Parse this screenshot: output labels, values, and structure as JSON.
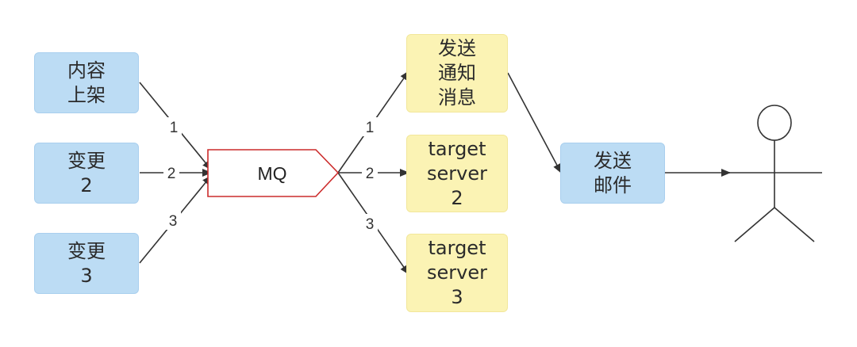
{
  "sources": [
    {
      "id": "content",
      "label": "内容\n上架"
    },
    {
      "id": "change2",
      "label": "变更\n2"
    },
    {
      "id": "change3",
      "label": "变更\n3"
    }
  ],
  "queue": {
    "label": "MQ",
    "color": "#cc2b2b"
  },
  "targets": [
    {
      "id": "notify",
      "label": "发送\n通知\n消息"
    },
    {
      "id": "server2",
      "label": "target\nserver\n2"
    },
    {
      "id": "server3",
      "label": "target\nserver\n3"
    }
  ],
  "mail": {
    "label": "发送\n邮件"
  },
  "edge_labels": {
    "in": [
      "1",
      "2",
      "3"
    ],
    "out": [
      "1",
      "2",
      "3"
    ]
  },
  "colors": {
    "source_fill": "#bcdcf4",
    "target_fill": "#fbf3b4",
    "line": "#333333"
  }
}
